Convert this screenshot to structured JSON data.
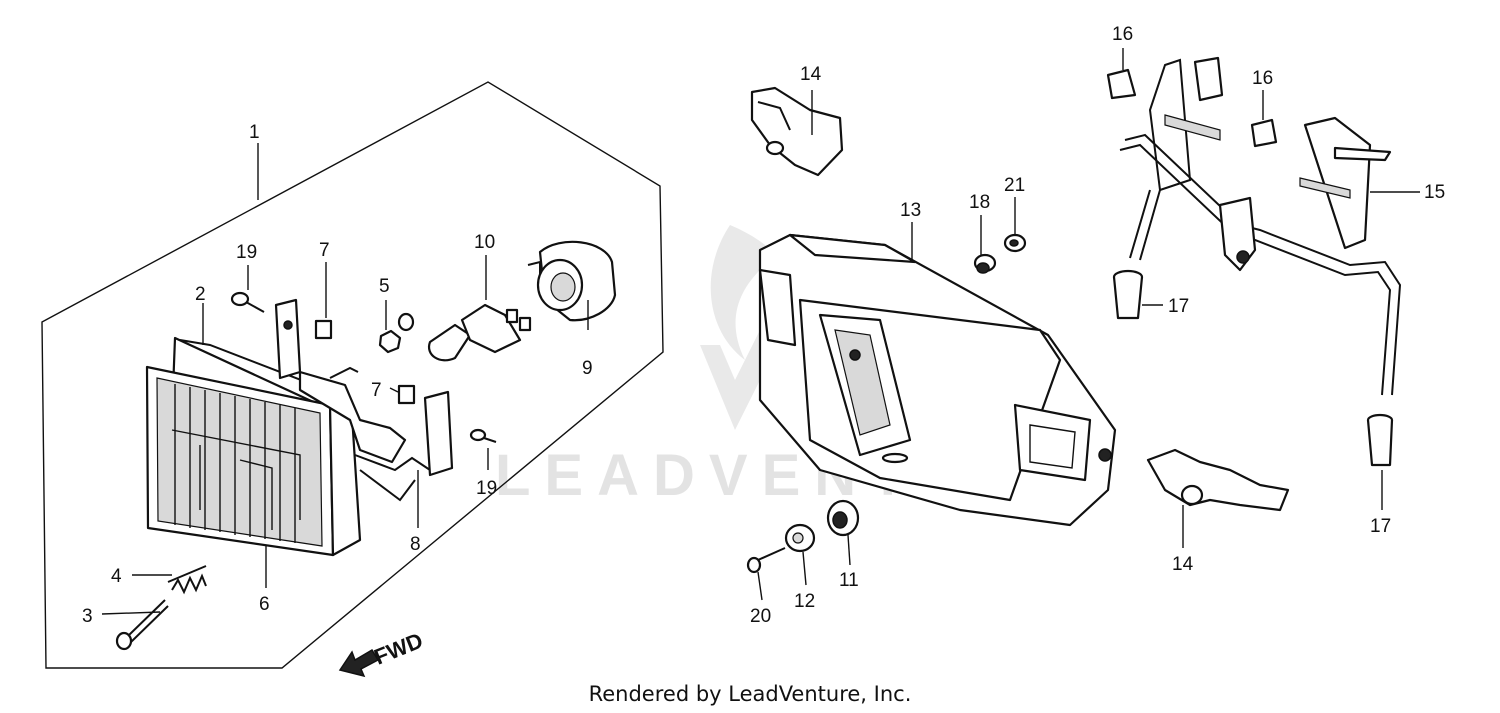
{
  "diagram": {
    "watermark": "LEADVENTURE",
    "direction_label": "FWD",
    "callouts": {
      "c1": "1",
      "c2": "2",
      "c3": "3",
      "c4": "4",
      "c5": "5",
      "c6": "6",
      "c7a": "7",
      "c7b": "7",
      "c8": "8",
      "c9": "9",
      "c10": "10",
      "c11": "11",
      "c12": "12",
      "c13": "13",
      "c14a": "14",
      "c14b": "14",
      "c15": "15",
      "c16a": "16",
      "c16b": "16",
      "c17a": "17",
      "c17b": "17",
      "c18": "18",
      "c19a": "19",
      "c19b": "19",
      "c20": "20",
      "c21": "21"
    }
  },
  "footer": {
    "text": "Rendered by LeadVenture, Inc."
  }
}
